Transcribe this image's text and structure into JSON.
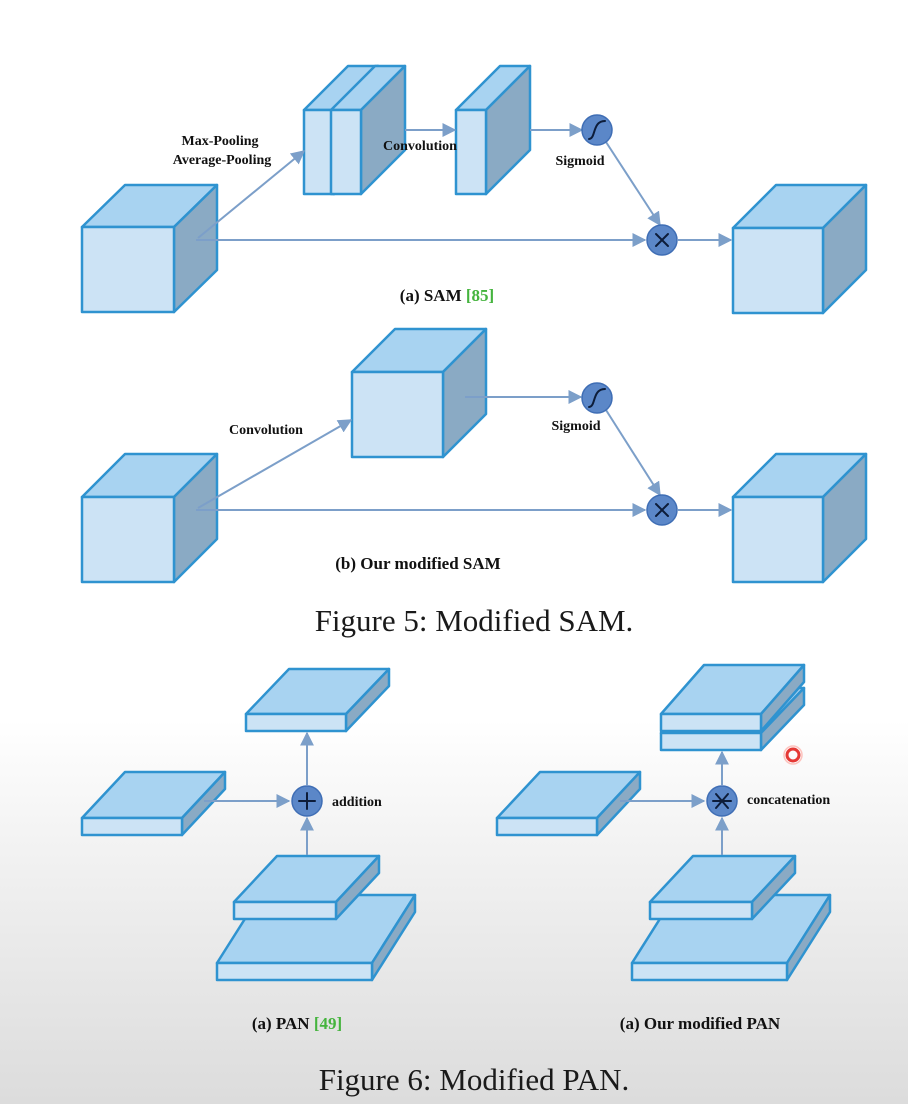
{
  "fig5": {
    "sam_a": {
      "pool_label_1": "Max-Pooling",
      "pool_label_2": "Average-Pooling",
      "conv_label": "Convolution",
      "sigmoid_label": "Sigmoid",
      "caption_prefix": "(a) SAM ",
      "caption_ref": "[85]"
    },
    "sam_b": {
      "conv_label": "Convolution",
      "sigmoid_label": "Sigmoid",
      "caption": "(b) Our modified SAM"
    },
    "caption": "Figure 5: Modified SAM."
  },
  "fig6": {
    "pan_a": {
      "op_label": "addition",
      "caption_prefix": "(a) PAN ",
      "caption_ref": "[49]"
    },
    "pan_b": {
      "op_label": "concatenation",
      "caption": "(a) Our modified PAN"
    },
    "caption": "Figure 6: Modified PAN."
  },
  "colors": {
    "box_stroke": "#2f93d0",
    "box_face": "#cce3f5",
    "box_top": "#a8d3f1",
    "box_side": "#8aaac4",
    "arrow": "#7c9fc9",
    "operator": "#5b87c8",
    "reference": "#45b43e",
    "cursor_marker": "#e53935"
  },
  "icons": [
    "sigmoid-icon",
    "multiply-icon",
    "plus-icon",
    "asterisk-icon",
    "cursor-dot-icon"
  ]
}
